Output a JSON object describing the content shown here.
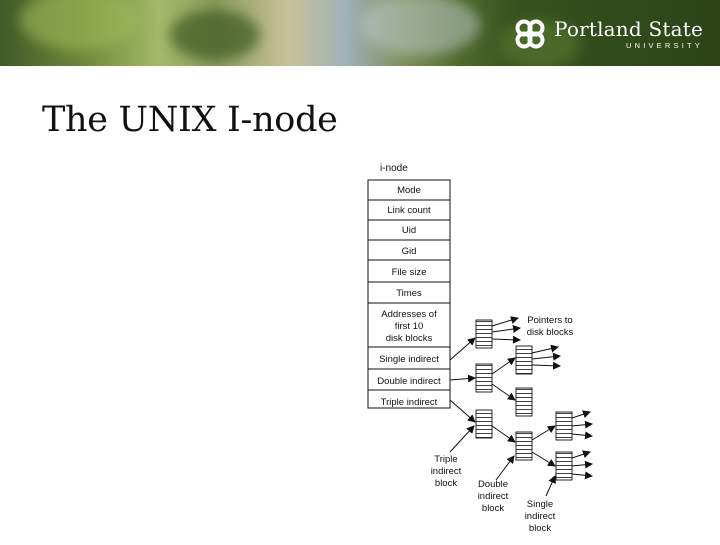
{
  "header": {
    "logo_name": "Portland State",
    "logo_sub": "UNIVERSITY",
    "logo_icon": "psu-knot-icon"
  },
  "slide": {
    "title": "The UNIX I-node"
  },
  "diagram": {
    "inode_title": "i-node",
    "fields": [
      "Mode",
      "Link count",
      "Uid",
      "Gid",
      "File size",
      "Times"
    ],
    "addresses_lines": [
      "Addresses of",
      "first 10",
      "disk blocks"
    ],
    "indirect_fields": [
      "Single indirect",
      "Double indirect",
      "Triple indirect"
    ],
    "pointers_label": [
      "Pointers to",
      "disk blocks"
    ],
    "triple_block_label": [
      "Triple",
      "indirect",
      "block"
    ],
    "double_block_label": [
      "Double",
      "indirect",
      "block"
    ],
    "single_block_label": [
      "Single",
      "indirect",
      "block"
    ]
  },
  "colors": {
    "logo_text": "#ffffff",
    "title_text": "#111111",
    "diagram_stroke": "#111111"
  }
}
